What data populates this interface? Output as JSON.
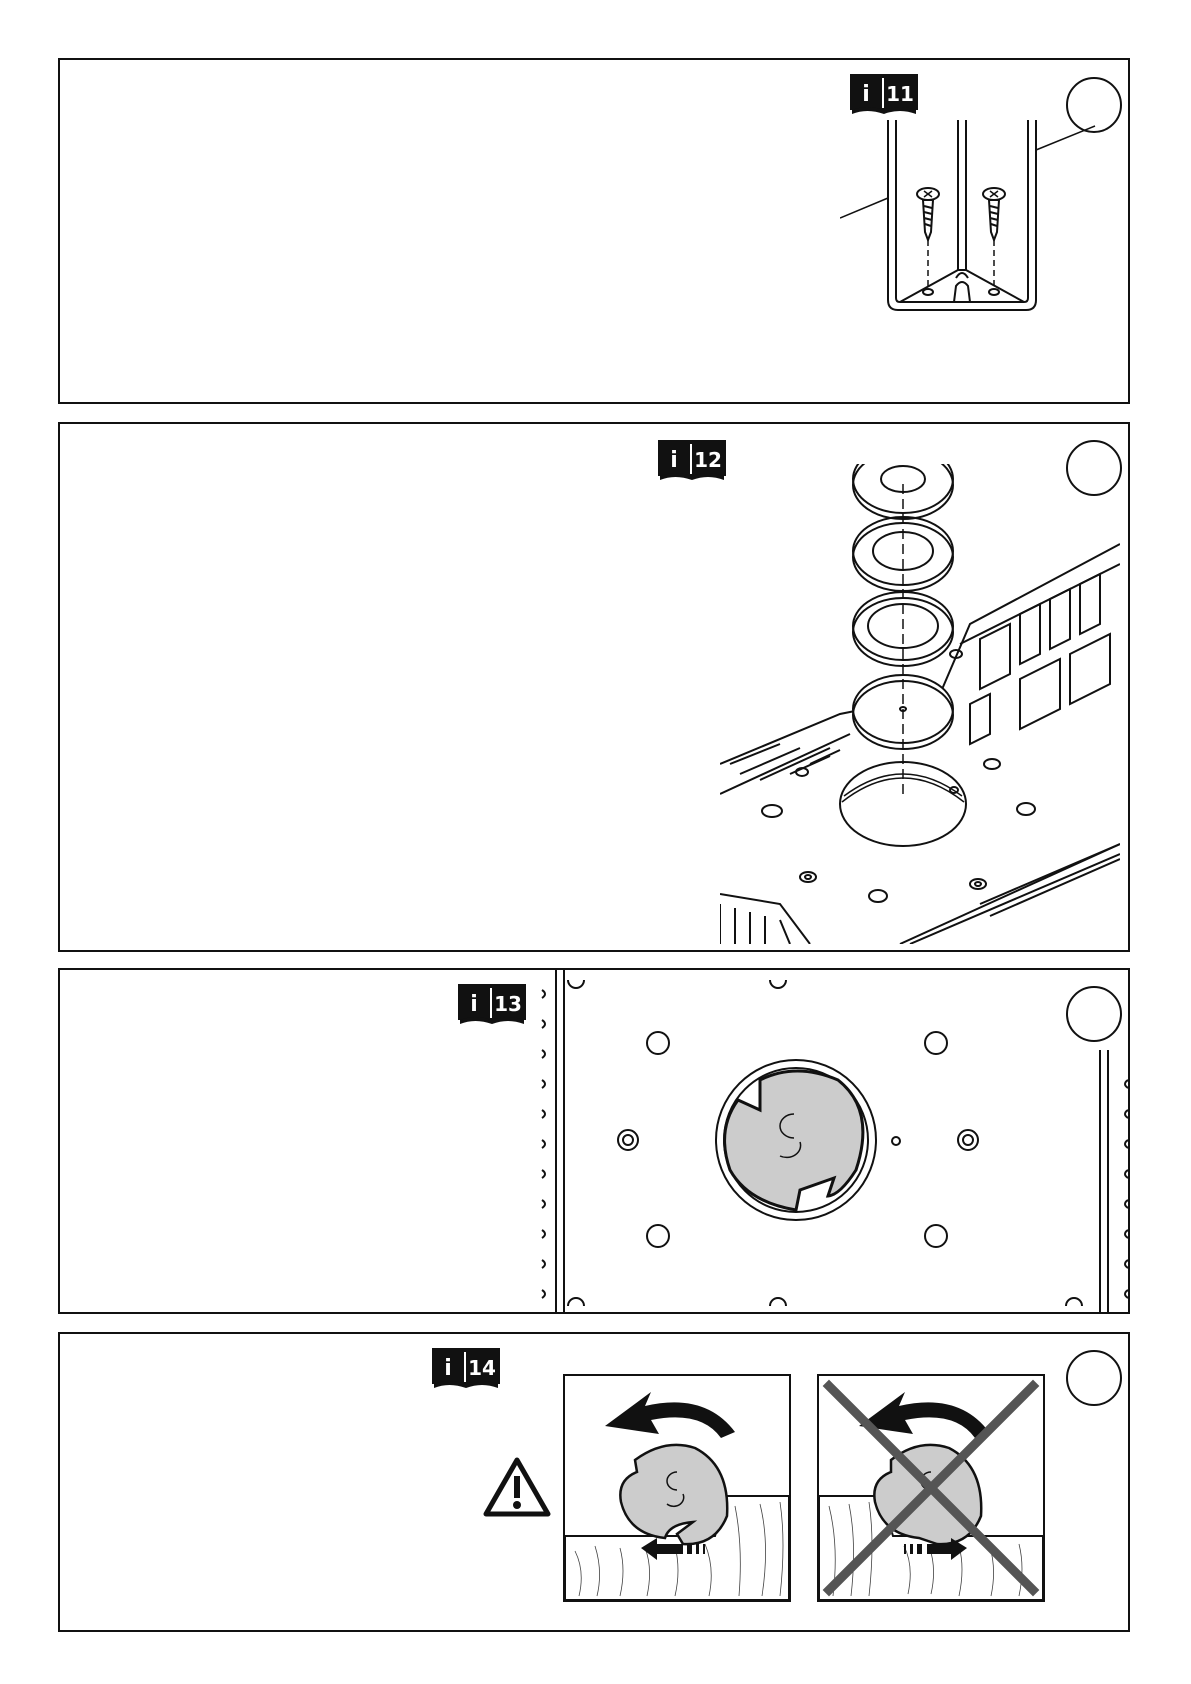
{
  "panels": [
    {
      "info_ref": "11",
      "step_label": ""
    },
    {
      "info_ref": "12",
      "step_label": ""
    },
    {
      "info_ref": "13",
      "step_label": ""
    },
    {
      "info_ref": "14",
      "step_label": ""
    }
  ],
  "icons": {
    "info_book": "info-book-icon",
    "warning": "warning-triangle-icon",
    "cross": "cross-out-icon",
    "arrow_left": "direction-arrow-left-icon",
    "arrow_right": "direction-arrow-right-icon",
    "rotation": "rotation-arrow-icon"
  },
  "colors": {
    "line": "#111111",
    "insert_fill": "#cccccc",
    "cross": "#555555"
  }
}
